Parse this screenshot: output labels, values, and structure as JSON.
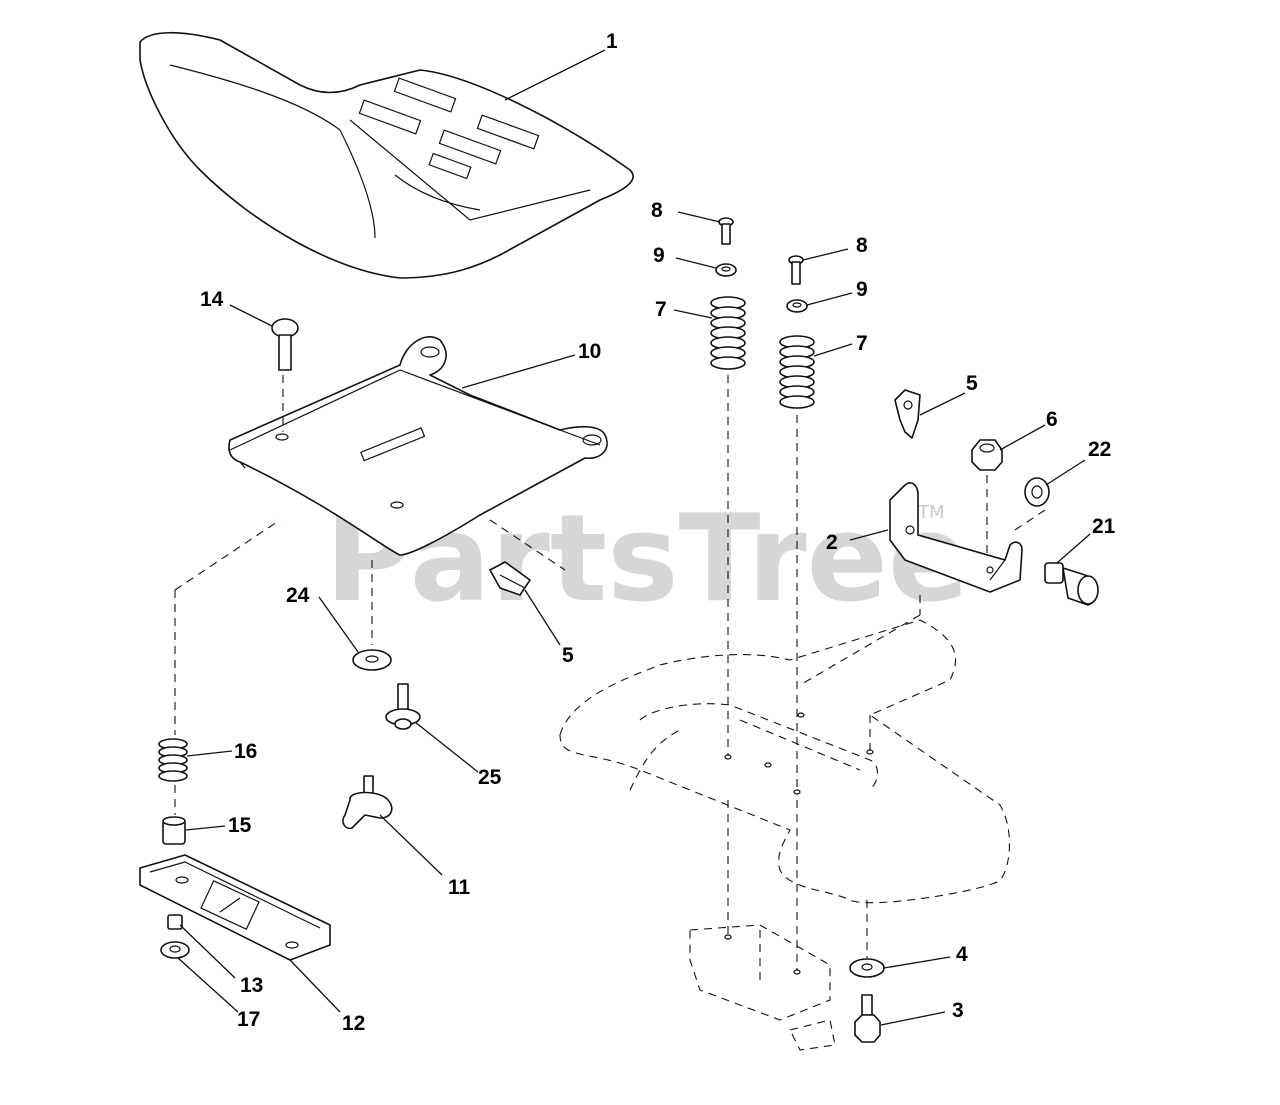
{
  "watermark": {
    "text": "PartsTree",
    "trademark": "TM"
  },
  "callouts": {
    "seat": "1",
    "bracket": "2",
    "bolt_3": "3",
    "washer_4": "4",
    "clip_5_upper": "5",
    "clip_5_lower": "5",
    "nut_6": "6",
    "spring_7_left": "7",
    "spring_7_right": "7",
    "screw_8_left": "8",
    "screw_8_right": "8",
    "washer_9_left": "9",
    "washer_9_right": "9",
    "seat_pan": "10",
    "knob_11": "11",
    "slide_plate": "12",
    "nut_13": "13",
    "bolt_14": "14",
    "spacer_15": "15",
    "spring_16": "16",
    "washer_17": "17",
    "switch_21": "21",
    "nut_22": "22",
    "washer_24": "24",
    "screw_25": "25"
  }
}
